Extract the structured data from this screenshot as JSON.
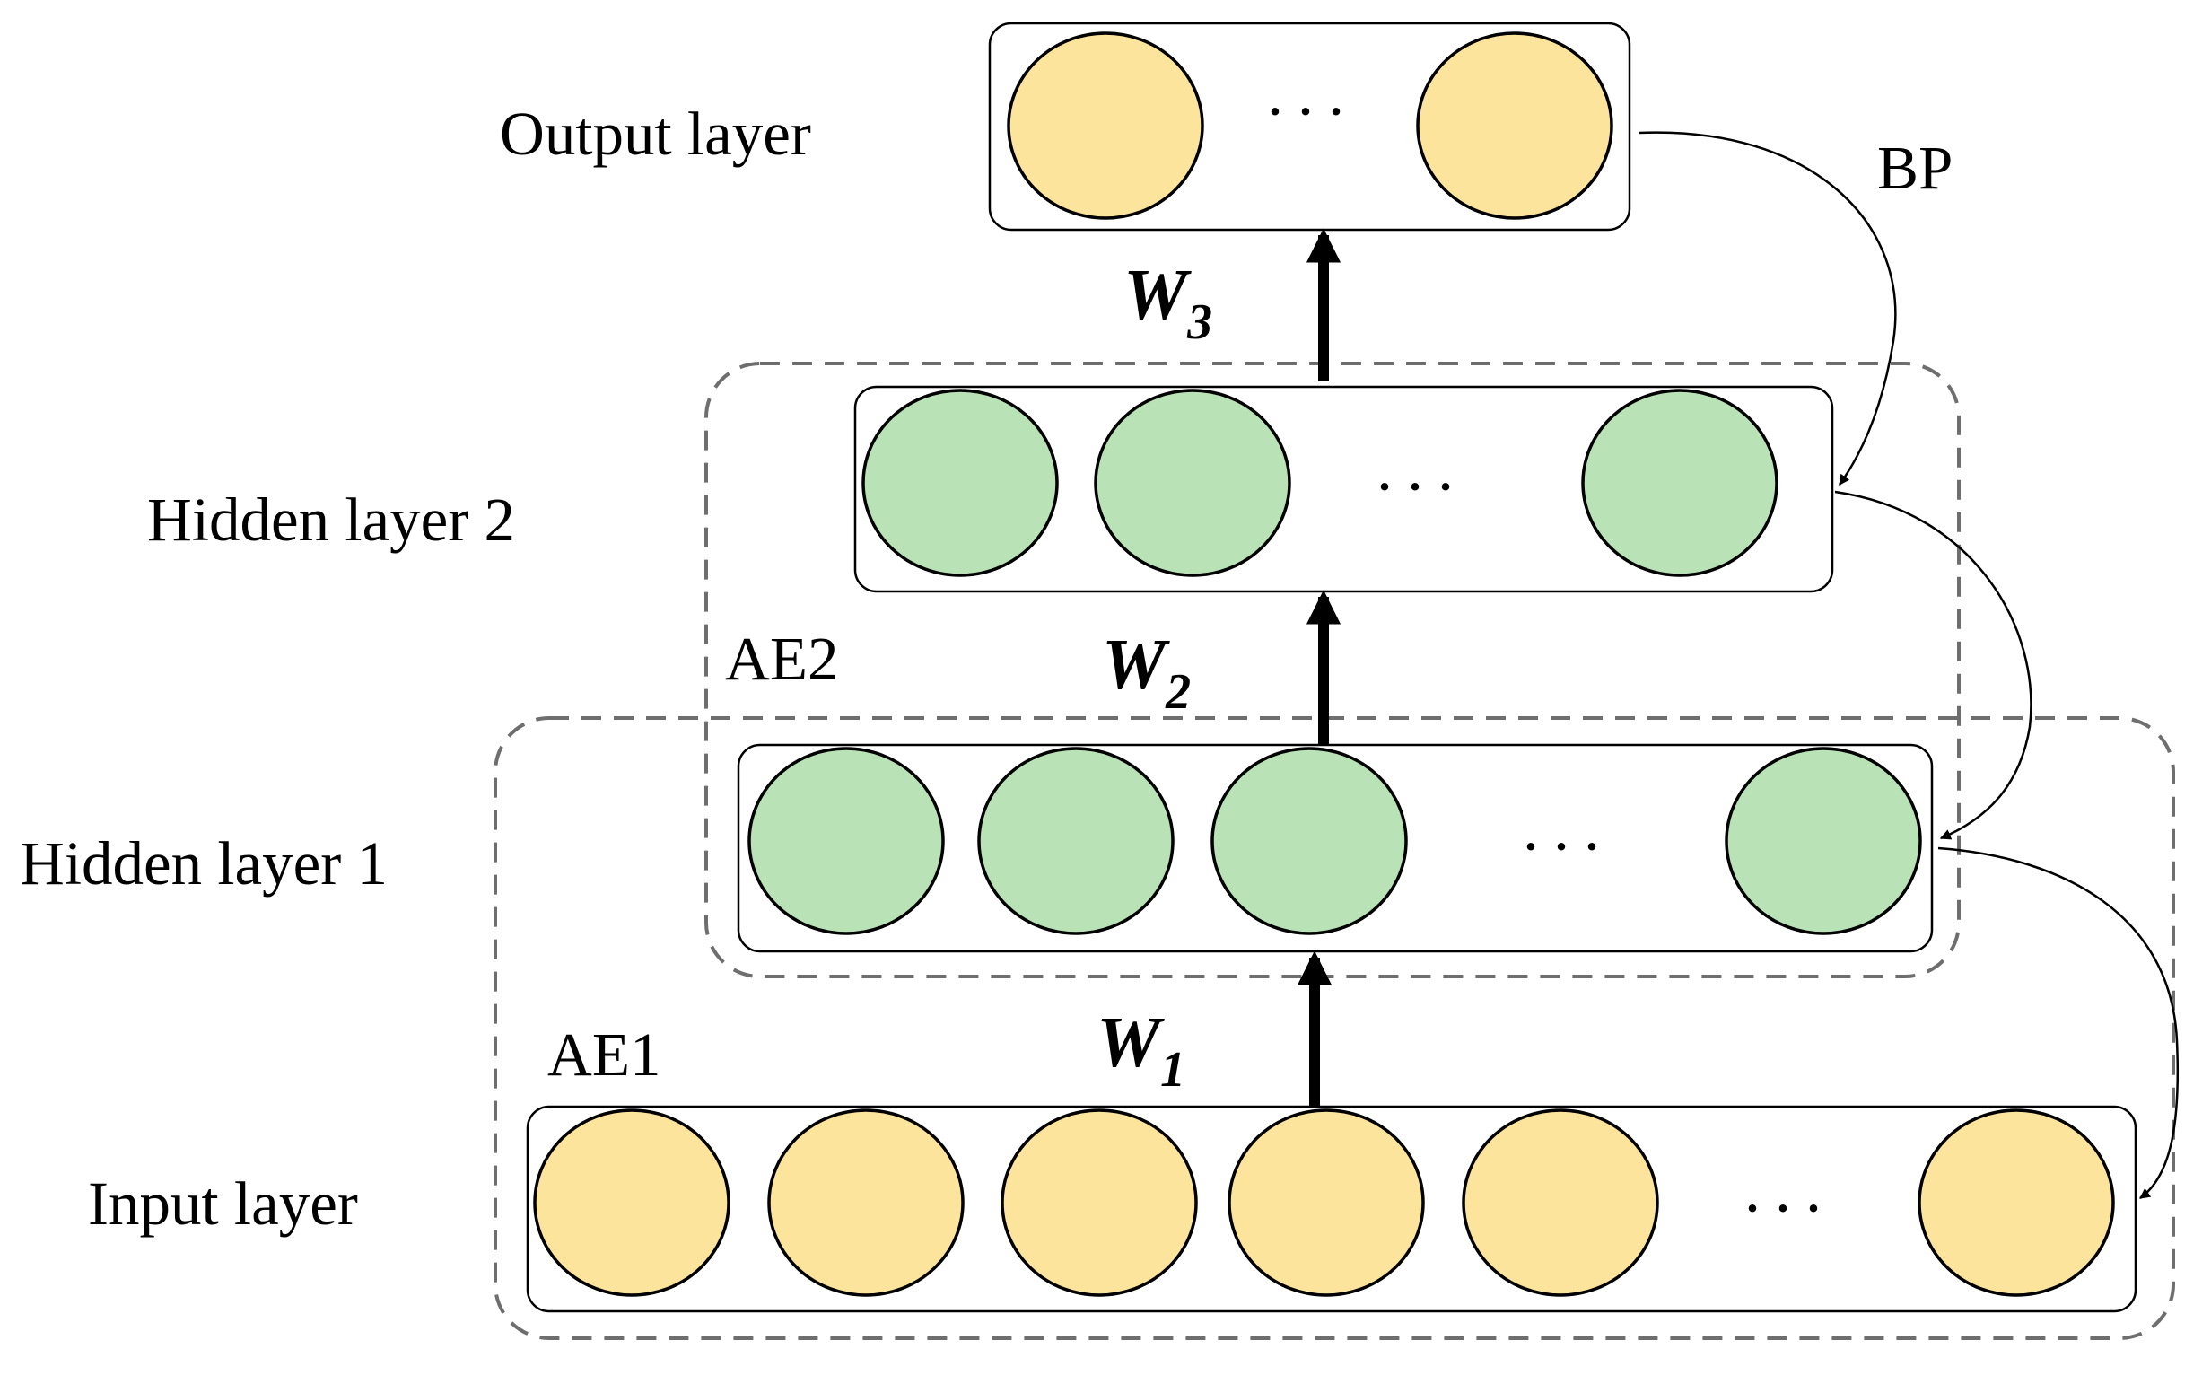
{
  "layers": {
    "output": {
      "label": "Output layer",
      "ellipsis": "···"
    },
    "hidden2": {
      "label": "Hidden layer 2",
      "ellipsis": "···"
    },
    "hidden1": {
      "label": "Hidden layer 1",
      "ellipsis": "···"
    },
    "input": {
      "label": "Input layer",
      "ellipsis": "···"
    }
  },
  "groups": {
    "ae1": "AE1",
    "ae2": "AE2"
  },
  "weights": {
    "w1": {
      "base": "W",
      "sub": "1"
    },
    "w2": {
      "base": "W",
      "sub": "2"
    },
    "w3": {
      "base": "W",
      "sub": "3"
    }
  },
  "bp_label": "BP",
  "colors": {
    "input_output_node": "#fde49c",
    "hidden_node": "#b9e2b7",
    "autoencoder_border": "#6e6e6e"
  }
}
